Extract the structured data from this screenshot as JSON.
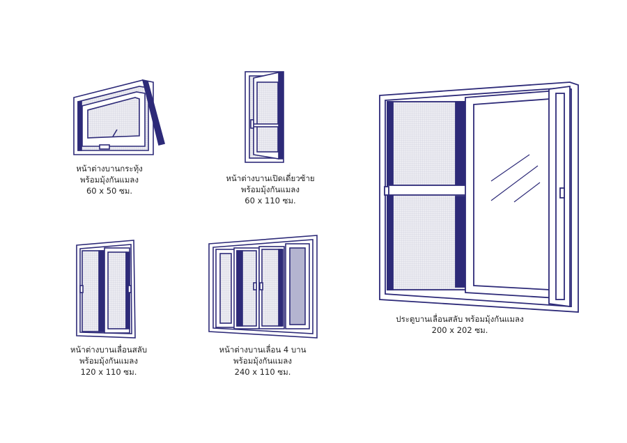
{
  "colors": {
    "frame": "#2d2a78",
    "mesh": "#e8e8ee",
    "background": "#ffffff"
  },
  "products": [
    {
      "name": "หน้าต่างบานกระทุ้ง",
      "subtitle": "พร้อมมุ้งกันแมลง",
      "size": "60 x 50 ซม."
    },
    {
      "name": "หน้าต่างบานเปิดเดี่ยวซ้าย",
      "subtitle": "พร้อมมุ้งกันแมลง",
      "size": "60 x 110 ซม."
    },
    {
      "name": "ประตูบานเลื่อนสลับ พร้อมมุ้งกันแมลง",
      "size": "200 x 202 ซม."
    },
    {
      "name": "หน้าต่างบานเลื่อนสลับ",
      "subtitle": "พร้อมมุ้งกันแมลง",
      "size": "120 x 110 ซม."
    },
    {
      "name": "หน้าต่างบานเลื่อน 4 บาน",
      "subtitle": "พร้อมมุ้งกันแมลง",
      "size": "240 x 110 ซม."
    }
  ]
}
